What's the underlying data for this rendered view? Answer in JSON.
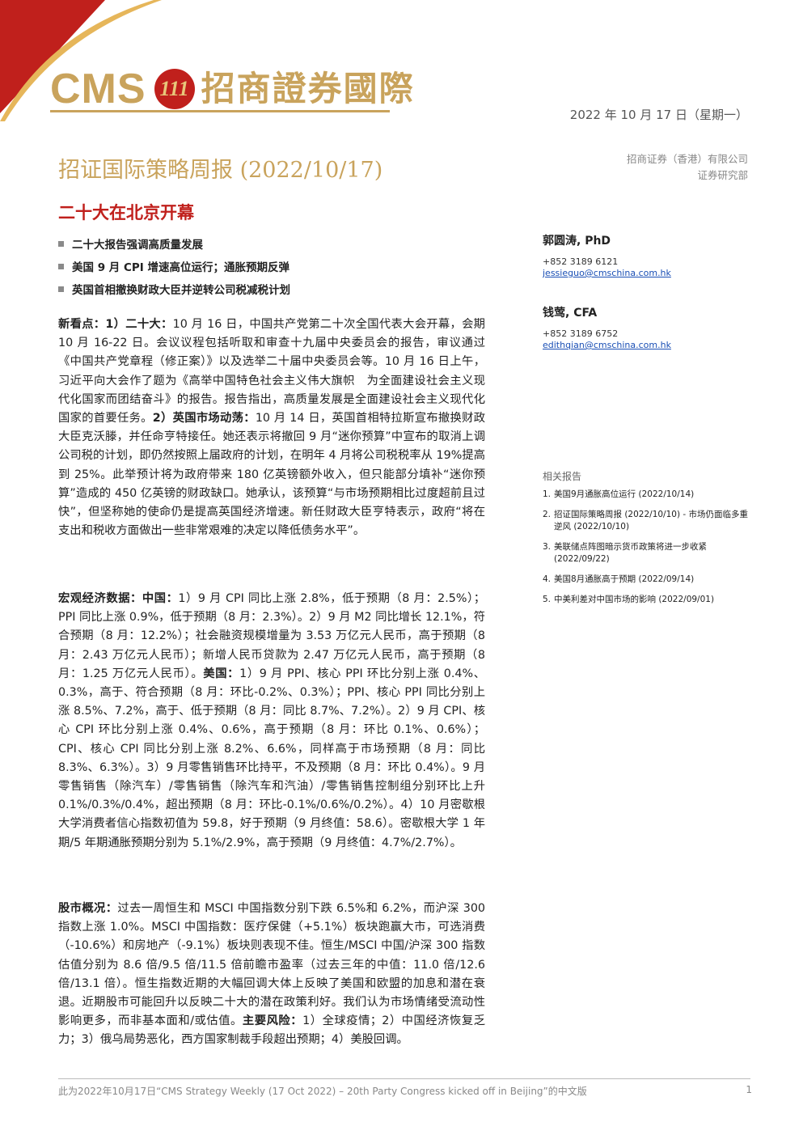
{
  "header": {
    "logo_en": "CMS",
    "logo_emblem": "111",
    "logo_cn": "招商證券國際",
    "date": "2022 年 10 月 17 日（星期一）",
    "report_title": "招证国际策略周报 (2022/10/17)",
    "company_line1": "招商证券（香港）有限公司",
    "company_line2": "证券研究部"
  },
  "headline": "二十大在北京开幕",
  "bullets": [
    "二十大报告强调高质量发展",
    "美国 9 月 CPI 增速高位运行；通胀预期反弹",
    "英国首相撤换财政大臣并逆转公司税减税计划"
  ],
  "sections": {
    "news_label": "新看点：1）二十大：",
    "news_text1": "10 月 16 日，中国共产党第二十次全国代表大会开幕，会期 10 月 16-22 日。会议议程包括听取和审查十九届中央委员会的报告，审议通过《中国共产党章程（修正案）》以及选举二十届中央委员会等。10 月 16 日上午，习近平向大会作了题为《高举中国特色社会主义伟大旗帜　为全面建设社会主义现代化国家而团结奋斗》的报告。报告指出，高质量发展是全面建设社会主义现代化国家的首要任务。",
    "news_label2": "2）英国市场动荡：",
    "news_text2": "10 月 14 日，英国首相特拉斯宣布撤换财政大臣克沃滕，并任命亨特接任。她还表示将撤回 9 月“迷你预算”中宣布的取消上调公司税的计划，即仍然按照上届政府的计划，在明年 4 月将公司税税率从 19%提高到 25%。此举预计将为政府带来 180 亿英镑额外收入，但只能部分填补“迷你预算”造成的 450 亿英镑的财政缺口。她承认，该预算“与市场预期相比过度超前且过快”，但坚称她的使命仍是提高英国经济增速。新任财政大臣亨特表示，政府“将在支出和税收方面做出一些非常艰难的决定以降低债务水平”。",
    "macro_label": "宏观经济数据：中国：",
    "macro_text1": "1）9 月 CPI 同比上涨 2.8%，低于预期（8 月：2.5%）；PPI 同比上涨 0.9%，低于预期（8 月：2.3%）。2）9 月 M2 同比增长 12.1%，符合预期（8 月：12.2%）；社会融资规模增量为 3.53 万亿元人民币，高于预期（8 月：2.43 万亿元人民币）；新增人民币贷款为 2.47 万亿元人民币，高于预期（8 月：1.25 万亿元人民币）。",
    "macro_label2": "美国：",
    "macro_text2": "1）9 月 PPI、核心 PPI 环比分别上涨 0.4%、0.3%，高于、符合预期（8 月：环比-0.2%、0.3%）；PPI、核心 PPI 同比分别上涨 8.5%、7.2%，高于、低于预期（8 月：同比 8.7%、7.2%）。2）9 月 CPI、核心 CPI 环比分别上涨 0.4%、0.6%，高于预期（8 月：环比 0.1%、0.6%）；CPI、核心 CPI 同比分别上涨 8.2%、6.6%，同样高于市场预期（8 月：同比 8.3%、6.3%）。3）9 月零售销售环比持平，不及预期（8 月：环比 0.4%）。9 月零售销售（除汽车）/零售销售（除汽车和汽油）/零售销售控制组分别环比上升 0.1%/0.3%/0.4%，超出预期（8 月：环比-0.1%/0.6%/0.2%）。4）10 月密歇根大学消费者信心指数初值为 59.8，好于预期（9 月终值：58.6）。密歇根大学 1 年期/5 年期通胀预期分别为 5.1%/2.9%，高于预期（9 月终值：4.7%/2.7%）。",
    "market_label": "股市概况：",
    "market_text1": "过去一周恒生和 MSCI 中国指数分别下跌 6.5%和 6.2%，而沪深 300 指数上涨 1.0%。MSCI 中国指数：医疗保健（+5.1%）板块跑赢大市，可选消费（-10.6%）和房地产（-9.1%）板块则表现不佳。恒生/MSCI 中国/沪深 300 指数估值分别为 8.6 倍/9.5 倍/11.5 倍前瞻市盈率（过去三年的中值：11.0 倍/12.6 倍/13.1 倍）。恒生指数近期的大幅回调大体上反映了美国和欧盟的加息和潜在衰退。近期股市可能回升以反映二十大的潜在政策利好。我们认为市场情绪受流动性影响更多，而非基本面和/或估值。",
    "risk_label": "主要风险：",
    "risk_text": "1）全球疫情；2）中国经济恢复乏力；3）俄乌局势恶化，西方国家制裁手段超出预期；4）美股回调。"
  },
  "analysts": [
    {
      "name": "郭圆涛, PhD",
      "phone": "+852 3189 6121",
      "email": "jessieguo@cmschina.com.hk"
    },
    {
      "name": "钱莺, CFA",
      "phone": "+852 3189 6752",
      "email": "edithqian@cmschina.com.hk"
    }
  ],
  "related": {
    "title": "相关报告",
    "items": [
      {
        "num": "1.",
        "text": "美国9月通胀高位运行 (2022/10/14)"
      },
      {
        "num": "2.",
        "text": "招证国际策略周报 (2022/10/10) - 市场仍面临多重逆风 (2022/10/10)"
      },
      {
        "num": "3.",
        "text": "美联储点阵图暗示货币政策将进一步收紧 (2022/09/22)"
      },
      {
        "num": "4.",
        "text": "美国8月通胀高于预期 (2022/09/14)"
      },
      {
        "num": "5.",
        "text": "中美利差对中国市场的影响 (2022/09/01)"
      }
    ]
  },
  "footer": {
    "text": "此为2022年10月17日“CMS Strategy Weekly (17 Oct 2022) – 20th Party Congress kicked off in Beijing”的中文版",
    "page": "1"
  },
  "colors": {
    "gold": "#c9a35c",
    "red": "#c0201c"
  }
}
